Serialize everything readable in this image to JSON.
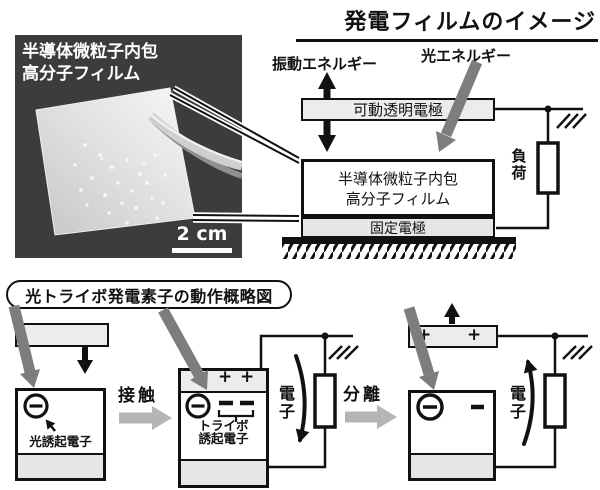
{
  "title": "発電フィルムのイメージ",
  "photo": {
    "film_label_line1": "半導体微粒子内包",
    "film_label_line2": "高分子フィルム",
    "scale_label": "2 cm"
  },
  "device": {
    "vibration_label": "振動エネルギー",
    "light_label": "光エネルギー",
    "movable_electrode_label": "可動透明電極",
    "film_label_line1": "半導体微粒子内包",
    "film_label_line2": "高分子フィルム",
    "fixed_electrode_label": "固定電極",
    "load_label": "負荷"
  },
  "schematic": {
    "section_title": "光トライボ発電素子の動作概略図",
    "photoinduced_label": "光誘起電子",
    "contact_label": "接触",
    "tribo_label_line1": "トライボ",
    "tribo_label_line2": "誘起電子",
    "electron_label": "電子",
    "separation_label": "分離"
  },
  "symbols": {
    "plus": "+",
    "minus": "−"
  },
  "colors": {
    "dark_arrow_gray": "#7d7d7d",
    "step_arrow_gray": "#b5b5b5",
    "electrode_fill": "#ececec",
    "fixed_electrode_fill": "#e6e6e6",
    "photo_background": "#3c3c3c",
    "ink": "#111111"
  }
}
